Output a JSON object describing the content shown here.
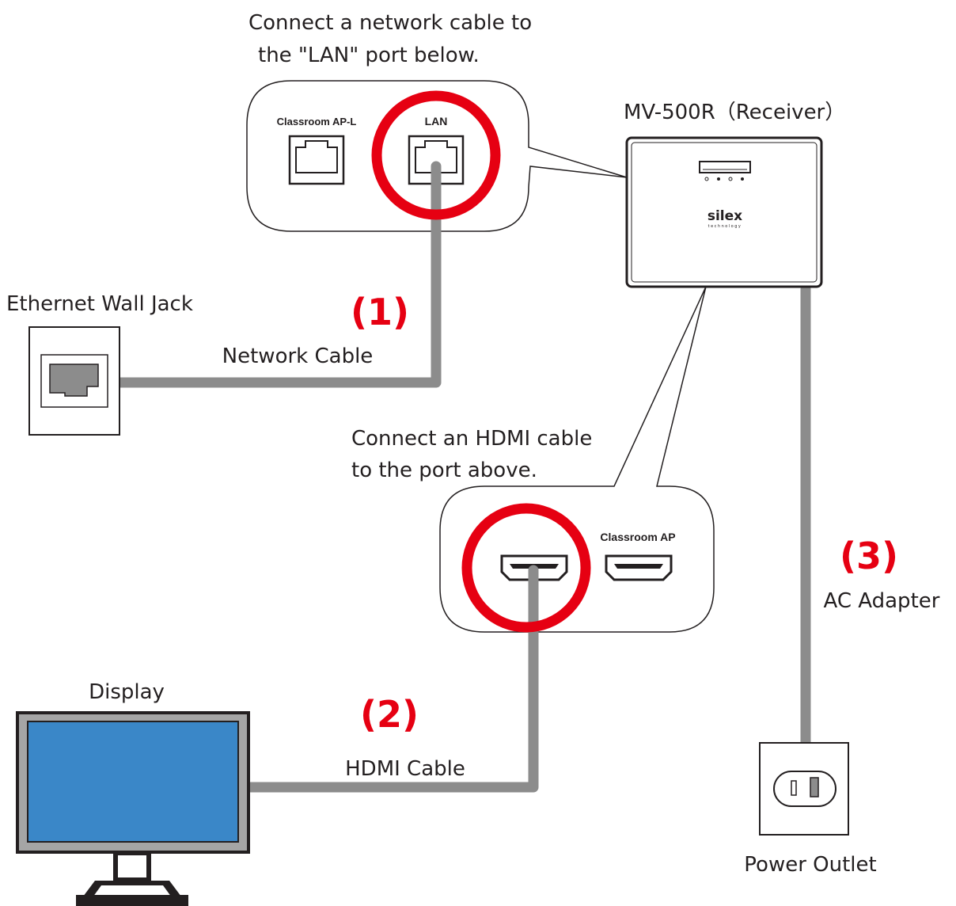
{
  "annotations": {
    "lan_instruction_line1": "Connect a network cable to",
    "lan_instruction_line2": "the \"LAN\" port below.",
    "hdmi_instruction_line1": "Connect an HDMI cable",
    "hdmi_instruction_line2": "to the port above."
  },
  "devices": {
    "receiver": "MV-500R（Receiver）",
    "receiver_brand": "silex",
    "receiver_brand_sub": "technology",
    "wall_jack": "Ethernet Wall Jack",
    "display": "Display",
    "outlet": "Power Outlet"
  },
  "ports": {
    "classroom_ap_l": "Classroom AP-L",
    "lan": "LAN",
    "classroom_ap": "Classroom AP"
  },
  "steps": [
    {
      "number": "(1)",
      "cable": "Network Cable"
    },
    {
      "number": "(2)",
      "cable": "HDMI Cable"
    },
    {
      "number": "(3)",
      "cable": "AC Adapter"
    }
  ],
  "colors": {
    "accent_red": "#e60012",
    "cable_gray": "#8c8c8c",
    "screen_blue": "#3a87c8",
    "outline": "#231f20"
  }
}
